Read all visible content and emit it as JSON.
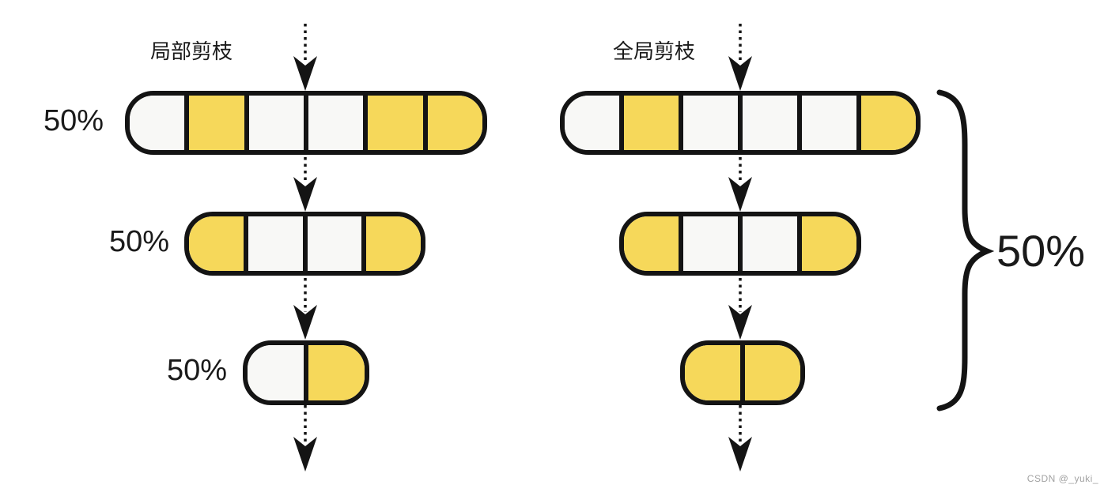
{
  "diagram": {
    "left_panel": {
      "title": "局部剪枝",
      "rows": [
        {
          "label": "50%",
          "segments": [
            "white",
            "yellow",
            "white",
            "white",
            "yellow",
            "yellow"
          ]
        },
        {
          "label": "50%",
          "segments": [
            "yellow",
            "white",
            "white",
            "yellow"
          ]
        },
        {
          "label": "50%",
          "segments": [
            "white",
            "yellow"
          ]
        }
      ]
    },
    "right_panel": {
      "title": "全局剪枝",
      "rows": [
        {
          "label": "",
          "segments": [
            "white",
            "yellow",
            "white",
            "white",
            "white",
            "yellow"
          ]
        },
        {
          "label": "",
          "segments": [
            "yellow",
            "white",
            "white",
            "yellow"
          ]
        },
        {
          "label": "",
          "segments": [
            "yellow",
            "yellow"
          ]
        }
      ],
      "brace_label": "50%"
    },
    "colors": {
      "yellow": "#f6d85a",
      "white": "#f8f8f6",
      "stroke": "#141414"
    },
    "watermark": "CSDN @_yuki_"
  }
}
